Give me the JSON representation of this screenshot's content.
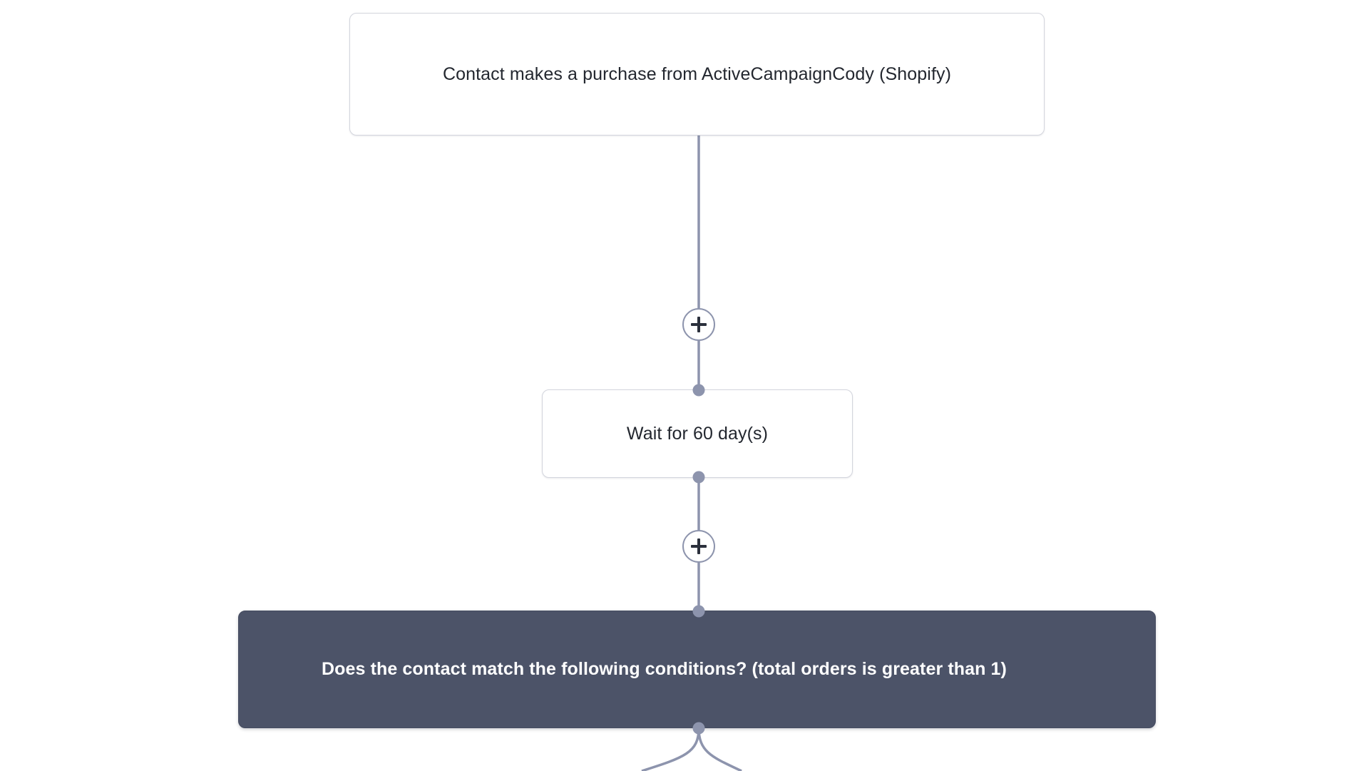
{
  "diagram": {
    "type": "automation-workflow-flowchart",
    "colors": {
      "node_light_bg": "#ffffff",
      "node_light_border": "#d3d5dd",
      "node_dark_bg": "#4c5368",
      "connector": "#8d94ad",
      "text_dark": "#23272f",
      "text_light": "#ffffff"
    },
    "nodes": [
      {
        "id": "trigger",
        "kind": "trigger",
        "style": "light",
        "label": "Contact makes a purchase from ActiveCampaignCody (Shopify)"
      },
      {
        "id": "wait",
        "kind": "wait",
        "style": "light",
        "label": "Wait for 60 day(s)"
      },
      {
        "id": "condition",
        "kind": "condition",
        "style": "dark",
        "label": "Does the contact match the following conditions? (total orders is greater than 1)"
      }
    ],
    "add_buttons": [
      {
        "id": "add-step-1",
        "glyph": "+",
        "tooltip": "Add a step"
      },
      {
        "id": "add-step-2",
        "glyph": "+",
        "tooltip": "Add a step"
      }
    ],
    "edges": [
      {
        "from": "trigger",
        "to": "wait",
        "style": "straight"
      },
      {
        "from": "wait",
        "to": "condition",
        "style": "straight"
      },
      {
        "from": "condition",
        "to": "branch-yes",
        "style": "curve-left"
      },
      {
        "from": "condition",
        "to": "branch-no",
        "style": "curve-right"
      }
    ]
  }
}
